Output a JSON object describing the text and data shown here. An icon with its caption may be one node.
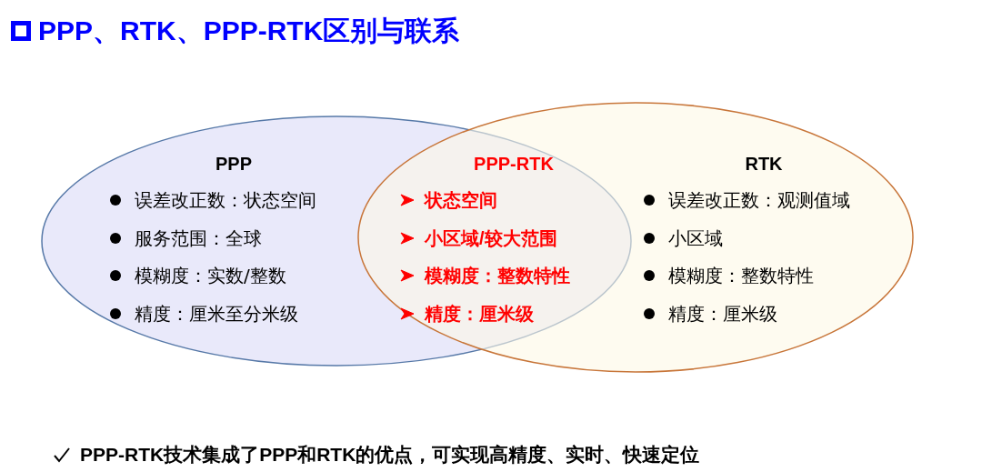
{
  "diagram": {
    "title": "PPP、RTK、PPP-RTK区别与联系",
    "nodes": [
      {
        "text": [
          "PPP",
          "误差改正数：状态空间",
          "服务范围：全球",
          "模糊度：实数/整数",
          "精度：厘米至分米级"
        ]
      },
      {
        "text": [
          "RTK",
          "误差改正数：观测值域",
          "小区域",
          "模糊度：整数特性",
          "精度：厘米级"
        ]
      },
      {
        "text": [
          "PPP-RTK",
          "状态空间",
          "小区域/较大范围",
          "模糊度：整数特性",
          "精度：厘米级"
        ]
      }
    ],
    "caption": "PPP-RTK技术集成了PPP和RTK的优点，可实现高精度、实时、快速定位"
  }
}
